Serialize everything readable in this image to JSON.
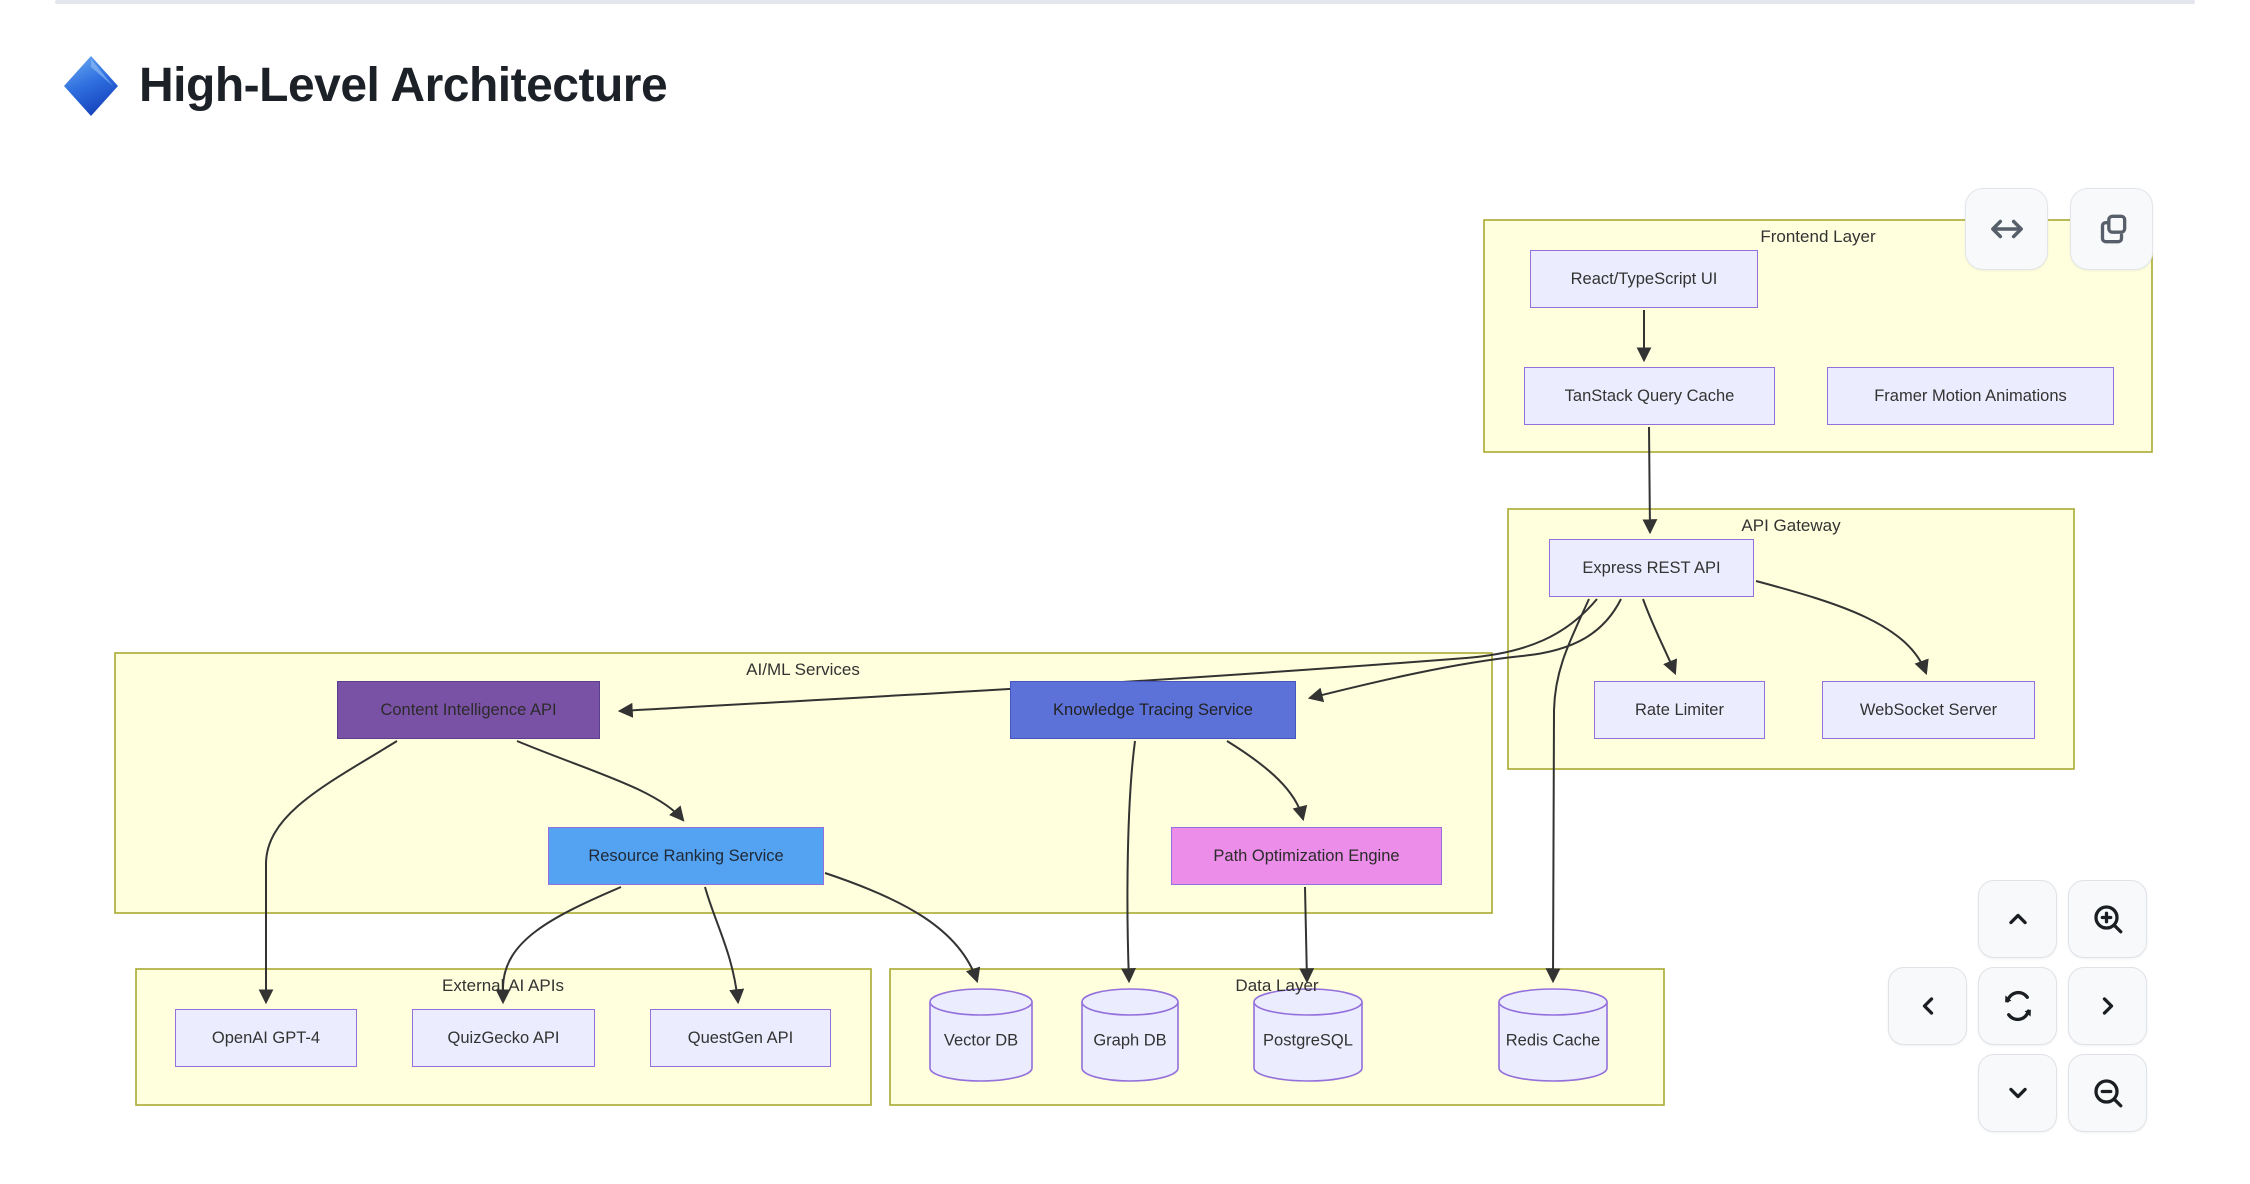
{
  "header": {
    "icon": "blue-diamond-emoji",
    "title": "High-Level Architecture"
  },
  "diagram": {
    "clusters": [
      {
        "id": "frontend",
        "label": "Frontend Layer"
      },
      {
        "id": "api_gateway",
        "label": "API Gateway"
      },
      {
        "id": "aiml",
        "label": "AI/ML Services"
      },
      {
        "id": "external",
        "label": "External AI APIs"
      },
      {
        "id": "data_layer",
        "label": "Data Layer"
      }
    ],
    "nodes": [
      {
        "id": "react_ui",
        "label": "React/TypeScript UI",
        "fill": "#ECECFF",
        "stroke": "#9370DB",
        "text": "#333333"
      },
      {
        "id": "tanstack",
        "label": "TanStack Query Cache",
        "fill": "#ECECFF",
        "stroke": "#9370DB",
        "text": "#333333"
      },
      {
        "id": "framer",
        "label": "Framer Motion Animations",
        "fill": "#ECECFF",
        "stroke": "#9370DB",
        "text": "#333333"
      },
      {
        "id": "express",
        "label": "Express REST API",
        "fill": "#ECECFF",
        "stroke": "#9370DB",
        "text": "#333333"
      },
      {
        "id": "rate_limiter",
        "label": "Rate Limiter",
        "fill": "#ECECFF",
        "stroke": "#9370DB",
        "text": "#333333"
      },
      {
        "id": "websocket",
        "label": "WebSocket Server",
        "fill": "#ECECFF",
        "stroke": "#9370DB",
        "text": "#333333"
      },
      {
        "id": "cia",
        "label": "Content Intelligence API",
        "fill": "#7A52A5",
        "stroke": "#5C3D8F",
        "text": "#2B2B2B"
      },
      {
        "id": "kts",
        "label": "Knowledge Tracing Service",
        "fill": "#5C72D9",
        "stroke": "#4656C0",
        "text": "#222222"
      },
      {
        "id": "rrs",
        "label": "Resource Ranking Service",
        "fill": "#54A3F2",
        "stroke": "#9370DB",
        "text": "#1F2937"
      },
      {
        "id": "poe",
        "label": "Path Optimization Engine",
        "fill": "#EC8EE9",
        "stroke": "#9370DB",
        "text": "#2B2B2B"
      },
      {
        "id": "openai",
        "label": "OpenAI GPT-4",
        "fill": "#ECECFF",
        "stroke": "#9370DB",
        "text": "#333333"
      },
      {
        "id": "quizgecko",
        "label": "QuizGecko API",
        "fill": "#ECECFF",
        "stroke": "#9370DB",
        "text": "#333333"
      },
      {
        "id": "questgen",
        "label": "QuestGen API",
        "fill": "#ECECFF",
        "stroke": "#9370DB",
        "text": "#333333"
      }
    ],
    "cylinders": [
      {
        "id": "vector_db",
        "label": "Vector DB",
        "fill": "#ECECFF",
        "stroke": "#9370DB"
      },
      {
        "id": "graph_db",
        "label": "Graph DB",
        "fill": "#ECECFF",
        "stroke": "#9370DB"
      },
      {
        "id": "postgresql",
        "label": "PostgreSQL",
        "fill": "#ECECFF",
        "stroke": "#9370DB"
      },
      {
        "id": "redis",
        "label": "Redis Cache",
        "fill": "#ECECFF",
        "stroke": "#9370DB"
      }
    ],
    "colors": {
      "cluster_fill": "#FFFFDE",
      "cluster_stroke": "#AAAA33",
      "edge": "#333333",
      "default_node_fill": "#ECECFF",
      "default_node_stroke": "#9370DB"
    }
  },
  "controls": {
    "top_right": [
      {
        "id": "expand",
        "icon": "expand-horizontal-icon"
      },
      {
        "id": "copy",
        "icon": "copy-icon"
      }
    ],
    "pan_zoom": [
      {
        "id": "pan-up",
        "icon": "chevron-up-icon"
      },
      {
        "id": "zoom-in",
        "icon": "zoom-in-icon"
      },
      {
        "id": "pan-left",
        "icon": "chevron-left-icon"
      },
      {
        "id": "reset-view",
        "icon": "refresh-icon"
      },
      {
        "id": "pan-right",
        "icon": "chevron-right-icon"
      },
      {
        "id": "pan-down",
        "icon": "chevron-down-icon"
      },
      {
        "id": "zoom-out",
        "icon": "zoom-out-icon"
      }
    ]
  }
}
